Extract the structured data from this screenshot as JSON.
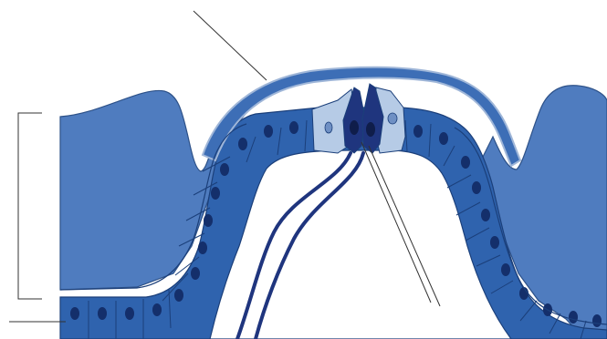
{
  "diagram": {
    "colors": {
      "background": "#ffffff",
      "tissue_fill": "#4f7cbf",
      "tissue_stroke": "#2d5188",
      "cell_fill": "#2f63ae",
      "cell_stroke": "#1b3f7a",
      "nucleus_fill": "#142f6b",
      "support_cell_fill": "#b6cbe6",
      "support_nucleus_fill": "#6f90c4",
      "receptor_fill": "#1f357e",
      "receptor_nucleus_fill": "#0f1d4a",
      "membrane_fill": "#3d6eb6",
      "membrane_stroke": "#9fb6d8",
      "line": "#333333"
    },
    "parts": [
      "epithelial-tissue",
      "epithelial-cell-layer",
      "epithelial-cells",
      "supporting-cells",
      "receptor-cells",
      "membrane-cover",
      "nerve-fibers",
      "bracket",
      "leader-lines"
    ],
    "labels": []
  }
}
